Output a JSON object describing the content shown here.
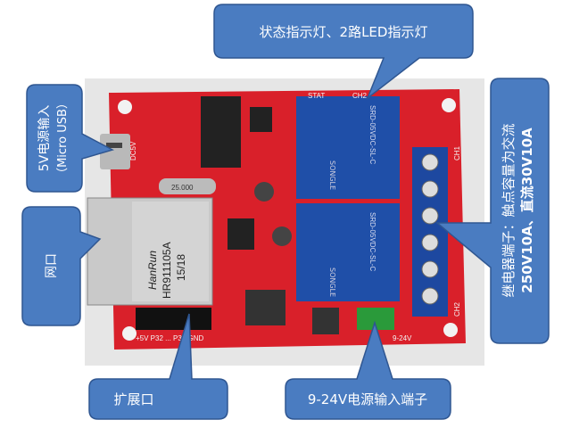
{
  "callouts": {
    "status_leds": "状态指示灯、2路LED指示灯",
    "power_usb_line1": "5V电源输入",
    "power_usb_line2": "（Micro USB）",
    "ethernet": "网口",
    "relay_terminals_line1": "继电器端子：触点容量为交流",
    "relay_terminals_line2": "250V10A、直流30V10A",
    "expansion": "扩展口",
    "dc_input": "9-24V电源输入端子"
  },
  "board_silkscreen": {
    "stat": "STAT",
    "ch2_top": "CH2",
    "ch1": "CH1",
    "ch2": "CH2",
    "dc5v": "DC5V",
    "crystal": "25.000",
    "jack_brand": "HanRun",
    "jack_model": "HR911105A",
    "jack_date": "15/18",
    "header_labels": "+5V P32 ... P35 GND",
    "dc_label": "9-24V",
    "relay_model": "SRD-05VDC-SL-C",
    "relay_brand": "SONGLE"
  },
  "colors": {
    "callout_fill": "#4a7cc1",
    "callout_stroke": "#2f5691",
    "pcb": "#d9202a",
    "relay": "#1f4fa8"
  }
}
